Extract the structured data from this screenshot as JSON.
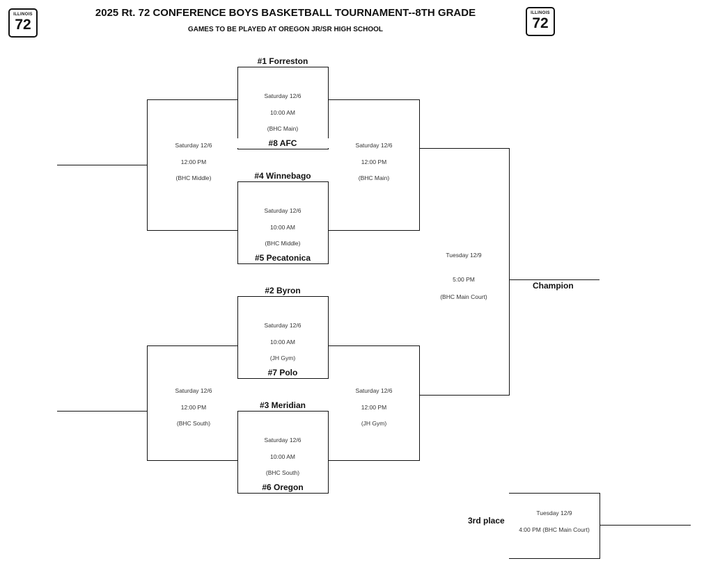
{
  "header": {
    "title": "2025 Rt. 72 CONFERENCE BOYS BASKETBALL TOURNAMENT--8TH GRADE",
    "subtitle": "GAMES TO BE PLAYED AT OREGON JR/SR HIGH SCHOOL",
    "shield_state": "ILLINOIS",
    "shield_route": "72"
  },
  "teams": {
    "t1": "#1 Forreston",
    "t8": "#8 AFC",
    "t4": "#4 Winnebago",
    "t5": "#5 Pecatonica",
    "t2": "#2 Byron",
    "t7": "#7 Polo",
    "t3": "#3 Meridian",
    "t6": "#6 Oregon"
  },
  "games": {
    "g1v8": {
      "day": "Saturday 12/6",
      "time": "10:00 AM",
      "site": "(BHC Main)"
    },
    "g4v5": {
      "day": "Saturday 12/6",
      "time": "10:00 AM",
      "site": "(BHC Middle)"
    },
    "g2v7": {
      "day": "Saturday 12/6",
      "time": "10:00 AM",
      "site": "(JH Gym)"
    },
    "g3v6": {
      "day": "Saturday 12/6",
      "time": "10:00 AM",
      "site": "(BHC South)"
    },
    "cons_top": {
      "day": "Saturday 12/6",
      "time": "12:00 PM",
      "site": "(BHC Middle)"
    },
    "semi_top": {
      "day": "Saturday 12/6",
      "time": "12:00 PM",
      "site": "(BHC Main)"
    },
    "cons_bot": {
      "day": "Saturday 12/6",
      "time": "12:00 PM",
      "site": "(BHC South)"
    },
    "semi_bot": {
      "day": "Saturday 12/6",
      "time": "12:00 PM",
      "site": "(JH Gym)"
    },
    "final": {
      "day": "Tuesday 12/9",
      "time": "5:00 PM",
      "site": "(BHC Main Court)"
    },
    "third": {
      "day": "Tuesday 12/9",
      "time": "4:00 PM (BHC Main Court)"
    }
  },
  "labels": {
    "champion": "Champion",
    "third_place": "3rd place"
  }
}
